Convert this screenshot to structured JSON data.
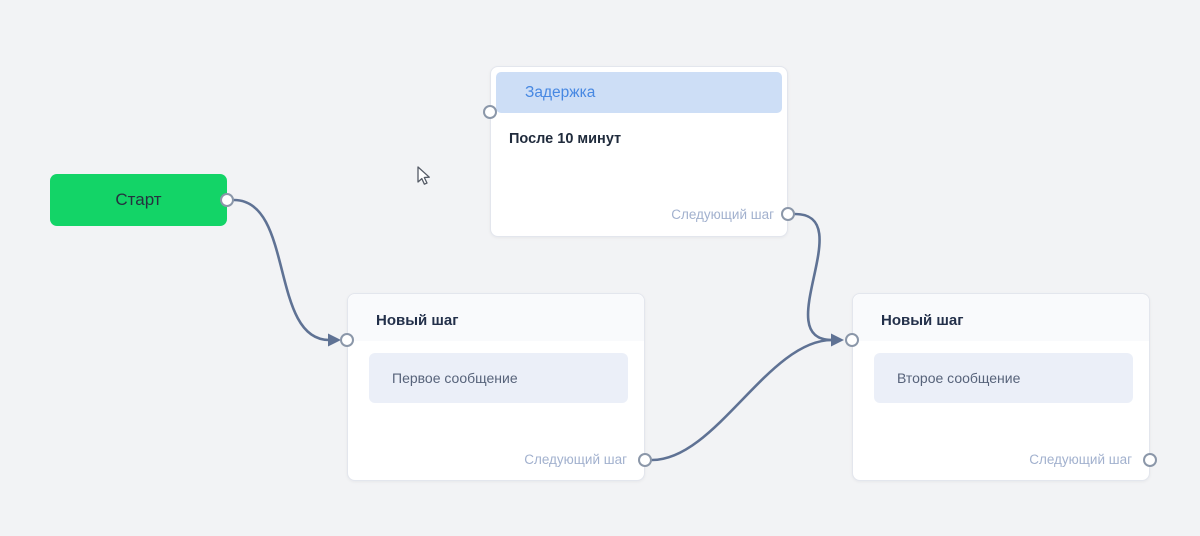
{
  "colors": {
    "canvas-bg": "#f2f3f5",
    "accent-green": "#13d467",
    "delay-header-bg": "#cddef6",
    "delay-title": "#4788e2",
    "node-title": "#23304a",
    "message-bg": "#ebeff8",
    "message-text": "#57637a",
    "footer-text": "#a2b1ce",
    "edge": "#5f7294",
    "port-border": "#8b97a9",
    "node-border": "#e3e6ed"
  },
  "nodes": {
    "start": {
      "label": "Старт"
    },
    "delay": {
      "title": "Задержка",
      "body": "После 10 минут",
      "next_label": "Следующий шаг"
    },
    "step1": {
      "title": "Новый шаг",
      "message": "Первое сообщение",
      "next_label": "Следующий шаг"
    },
    "step2": {
      "title": "Новый шаг",
      "message": "Второе сообщение",
      "next_label": "Следующий шаг"
    }
  }
}
